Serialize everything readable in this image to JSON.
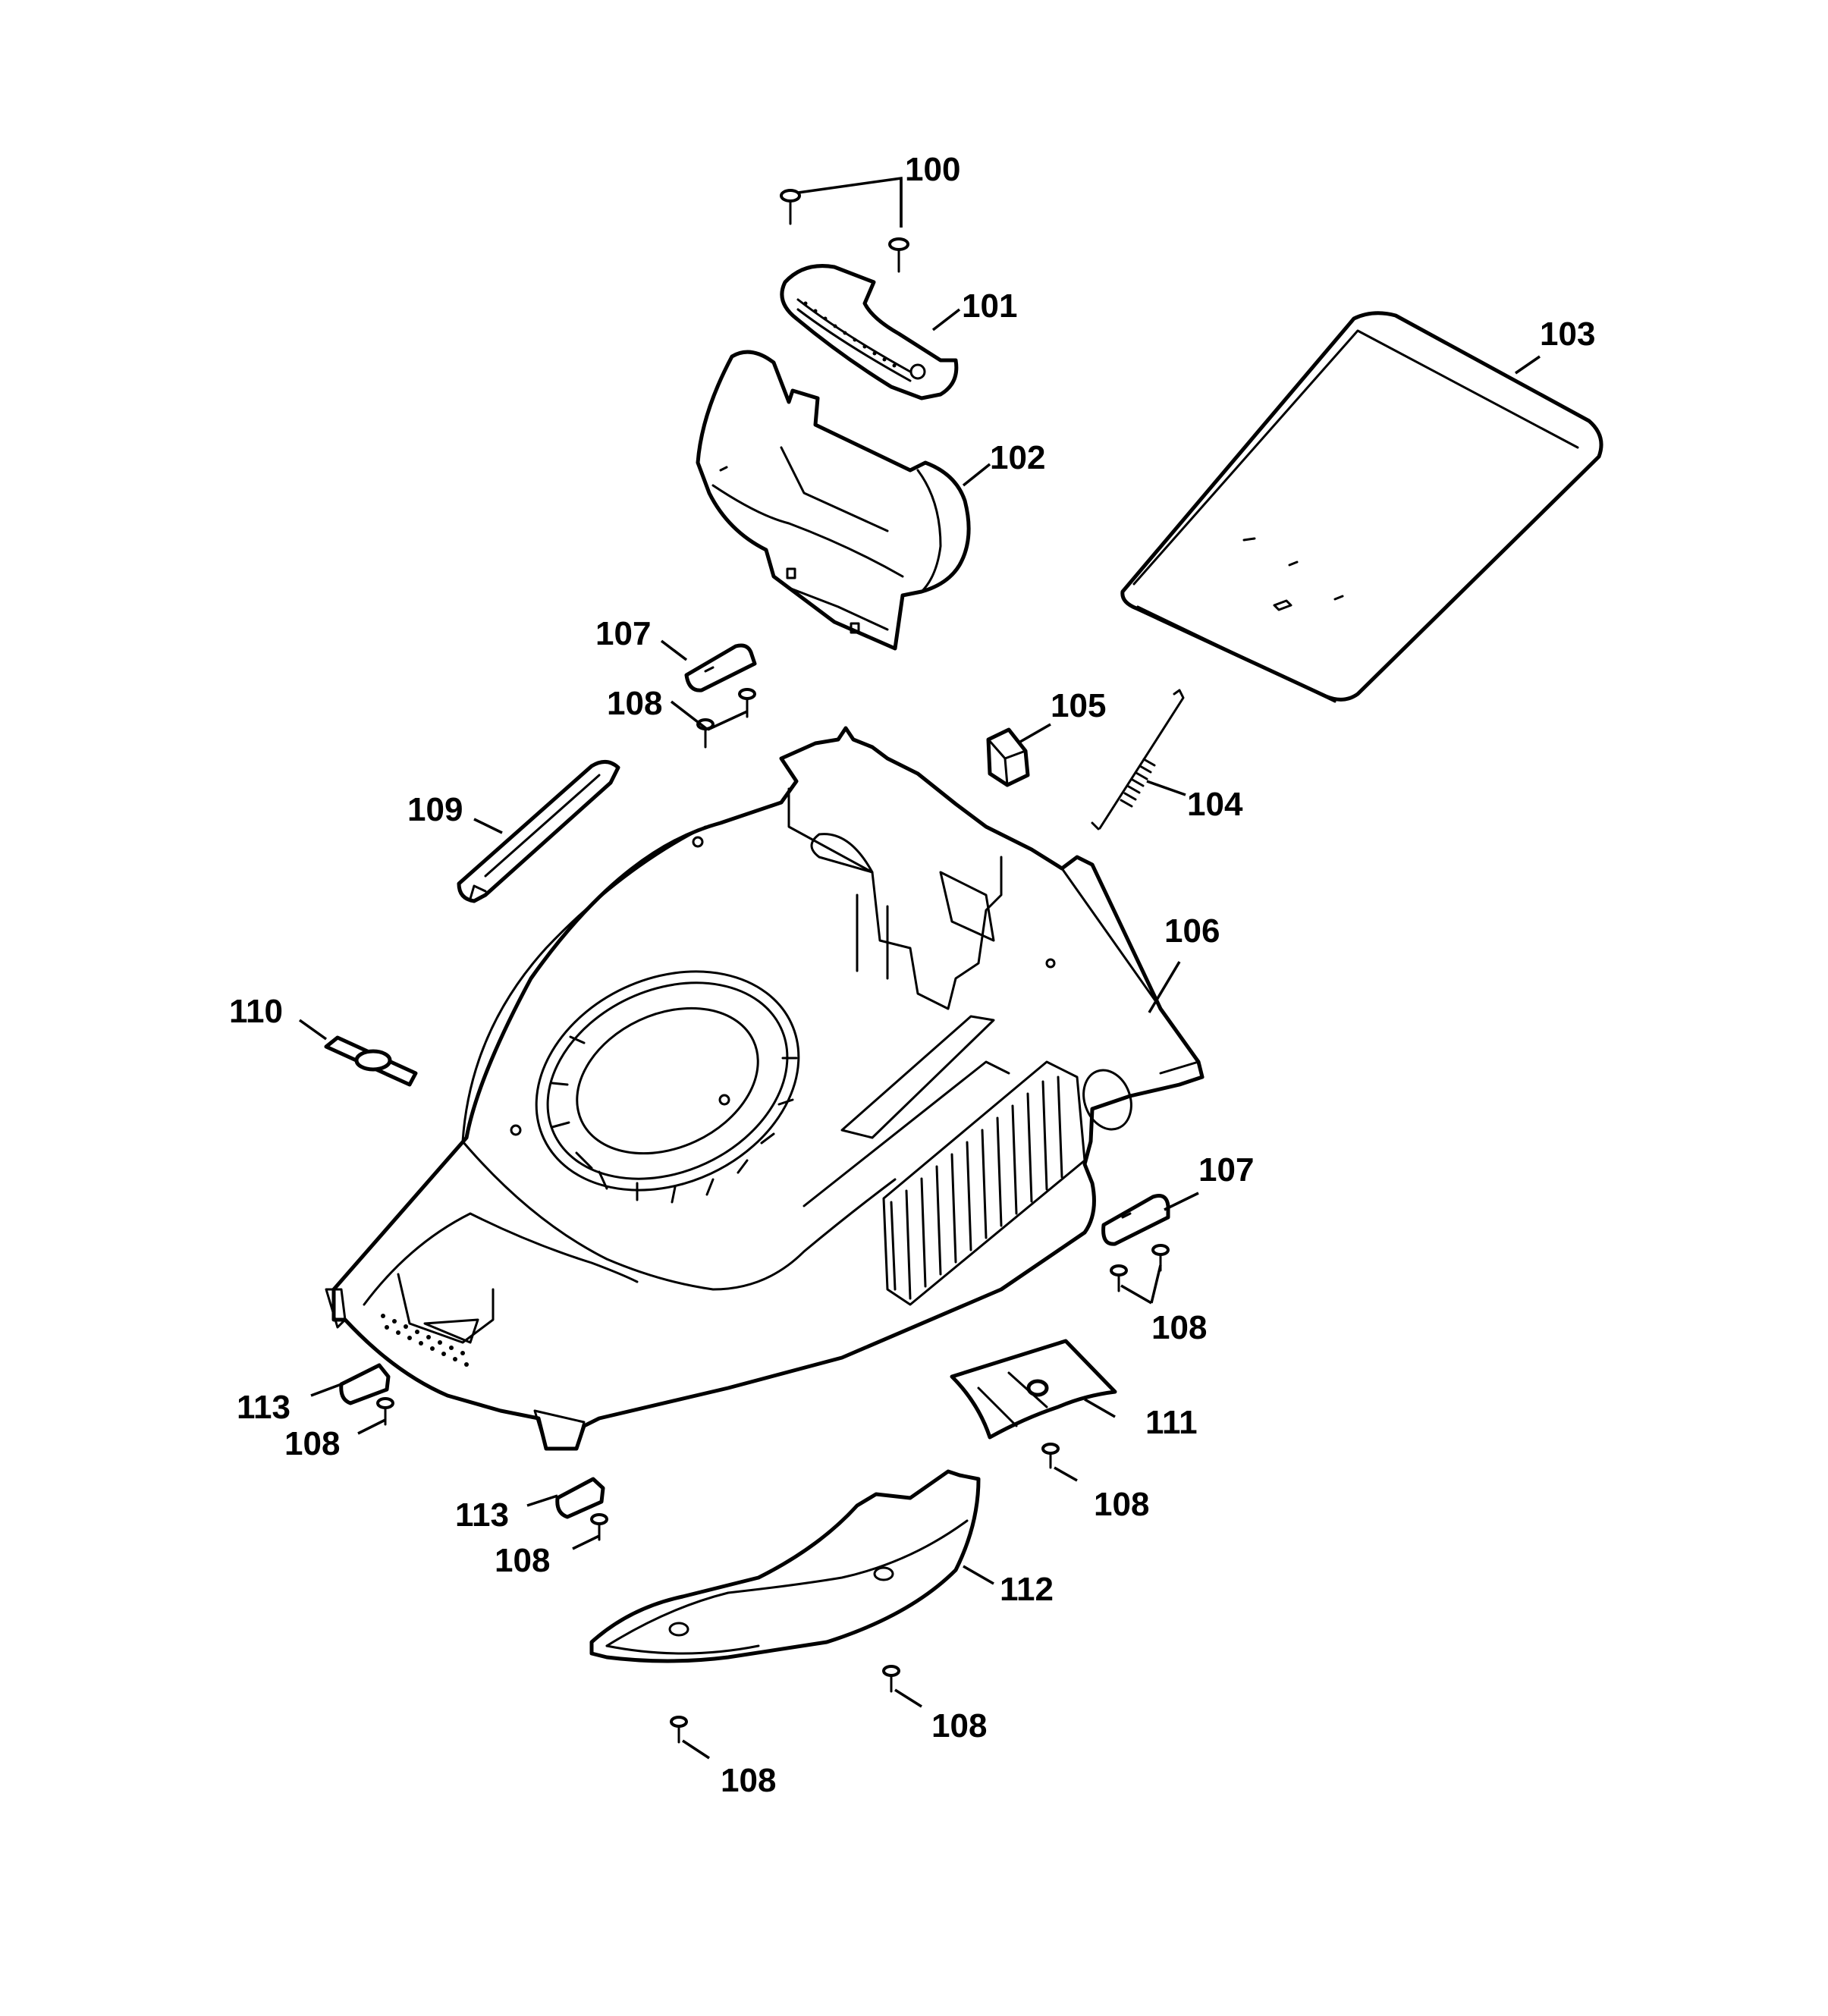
{
  "labels": {
    "p100": "100",
    "p101": "101",
    "p102": "102",
    "p103": "103",
    "p104": "104",
    "p105": "105",
    "p106": "106",
    "p107a": "107",
    "p107b": "107",
    "p108a": "108",
    "p108b": "108",
    "p108c": "108",
    "p108d": "108",
    "p108e": "108",
    "p108f": "108",
    "p108g": "108",
    "p109": "109",
    "p110": "110",
    "p111": "111",
    "p112": "112",
    "p113a": "113",
    "p113b": "113"
  }
}
